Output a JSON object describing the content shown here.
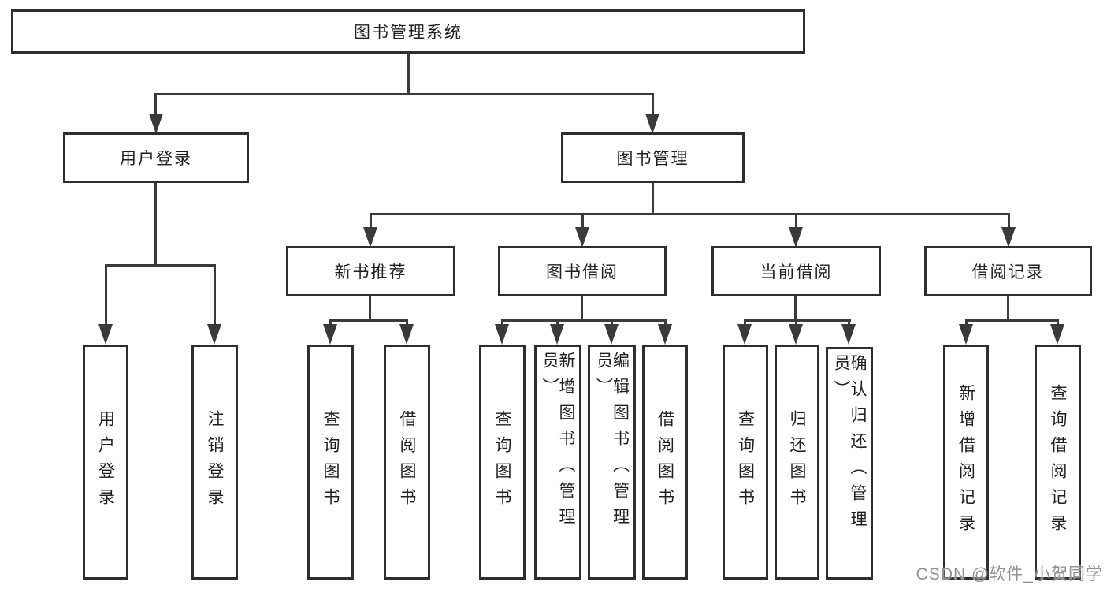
{
  "title": "图书管理系统",
  "tree": {
    "root": {
      "label": "图书管理系统",
      "children": [
        {
          "label": "用户登录",
          "children": [
            {
              "label": "用户登录"
            },
            {
              "label": "注销登录"
            }
          ]
        },
        {
          "label": "图书管理",
          "children": [
            {
              "label": "新书推荐",
              "children": [
                {
                  "label": "查询图书"
                },
                {
                  "label": "借阅图书"
                }
              ]
            },
            {
              "label": "图书借阅",
              "children": [
                {
                  "label": "查询图书"
                },
                {
                  "label": "新增图书（管理员）"
                },
                {
                  "label": "编辑图书（管理员）"
                },
                {
                  "label": "借阅图书"
                }
              ]
            },
            {
              "label": "当前借阅",
              "children": [
                {
                  "label": "查询图书"
                },
                {
                  "label": "归还图书"
                },
                {
                  "label": "确认归还（管理员）"
                }
              ]
            },
            {
              "label": "借阅记录",
              "children": [
                {
                  "label": "新增借阅记录"
                },
                {
                  "label": "查询借阅记录"
                }
              ]
            }
          ]
        }
      ]
    }
  },
  "watermark": {
    "text": "CSDN @软件_小贺同学"
  },
  "colors": {
    "line": "#3a3a3a",
    "box_border": "#2e2e2e",
    "text": "#1f1f1f",
    "watermark": "#919191",
    "background": "#ffffff"
  }
}
